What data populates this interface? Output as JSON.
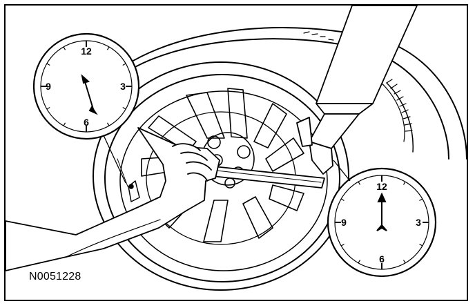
{
  "figure_id": "N0051228",
  "clock_left": {
    "numbers": {
      "n12": "12",
      "n3": "3",
      "n6": "6",
      "n9": "9"
    }
  },
  "clock_right": {
    "numbers": {
      "n12": "12",
      "n3": "3",
      "n6": "6",
      "n9": "9"
    }
  },
  "colors": {
    "ink": "#000000",
    "paper": "#ffffff"
  }
}
